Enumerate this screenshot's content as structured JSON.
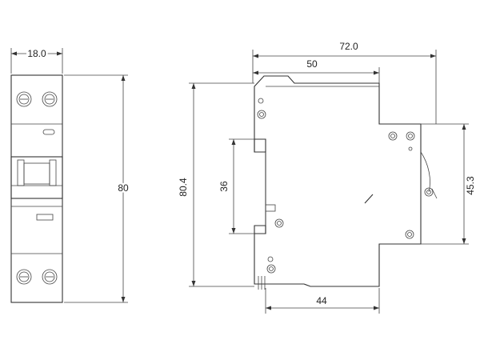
{
  "dimensions": {
    "front_width": "18.0",
    "front_height": "80",
    "side_width": "72.0",
    "top_width": "50",
    "side_height": "80.4",
    "clip_height": "36",
    "rear_height": "45.3",
    "base_width": "44"
  },
  "colors": {
    "line": "#333333",
    "background": "#ffffff"
  }
}
